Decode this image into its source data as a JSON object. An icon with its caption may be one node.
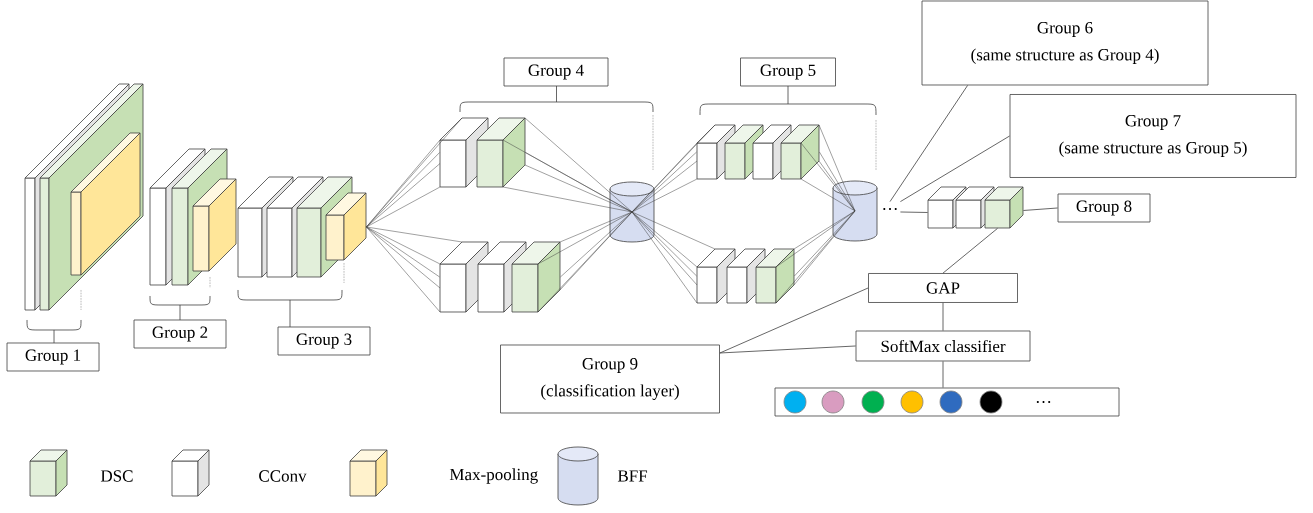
{
  "diagram": {
    "nodes": [
      {
        "text": [],
        "shape": "box"
      },
      {
        "text": [
          "Group 1"
        ]
      },
      {
        "text": [],
        "shape": "box"
      },
      {
        "text": [
          "Group 2"
        ]
      },
      {
        "text": [],
        "shape": "box"
      },
      {
        "text": [
          "Group 3"
        ]
      },
      {
        "text": [
          "Group 4"
        ]
      },
      {
        "text": [],
        "shape": "box"
      },
      {
        "text": [],
        "shape": "box"
      },
      {
        "text": [],
        "shape": "cylinder"
      },
      {
        "text": [
          "Group 5"
        ]
      },
      {
        "text": [],
        "shape": "box"
      },
      {
        "text": [],
        "shape": "box"
      },
      {
        "text": [],
        "shape": "cylinder"
      },
      {
        "text": [
          "Group 6",
          "(same structure as Group 4)"
        ]
      },
      {
        "text": [
          "…"
        ]
      },
      {
        "text": [
          "Group 7",
          "(same structure as Group 5)"
        ]
      },
      {
        "text": [],
        "shape": "box"
      },
      {
        "text": [
          "Group 8"
        ]
      },
      {
        "text": [
          "GAP"
        ]
      },
      {
        "text": [
          "Group 9",
          "(classification layer)"
        ]
      },
      {
        "text": [
          "SoftMax classifier"
        ]
      },
      {
        "text": [
          "…"
        ]
      }
    ],
    "edges": [
      {
        "from": 4,
        "to": 7,
        "arrow": "none"
      },
      {
        "from": 4,
        "to": 8,
        "arrow": "none"
      },
      {
        "from": 7,
        "to": 9,
        "arrow": "none"
      },
      {
        "from": 8,
        "to": 9,
        "arrow": "none"
      },
      {
        "from": 9,
        "to": 11,
        "arrow": "none"
      },
      {
        "from": 9,
        "to": 12,
        "arrow": "none"
      },
      {
        "from": 11,
        "to": 13,
        "arrow": "none"
      },
      {
        "from": 12,
        "to": 13,
        "arrow": "none"
      },
      {
        "from": 14,
        "to": 15,
        "arrow": "none"
      },
      {
        "from": 16,
        "to": 15,
        "arrow": "none"
      },
      {
        "from": 15,
        "to": 17,
        "arrow": "none"
      },
      {
        "from": 18,
        "to": 17,
        "arrow": "none"
      },
      {
        "from": 17,
        "to": 19,
        "arrow": "none"
      },
      {
        "from": 20,
        "to": 19,
        "arrow": "none"
      },
      {
        "from": 20,
        "to": 21,
        "arrow": "none"
      },
      {
        "from": 19,
        "to": 21,
        "arrow": "none"
      },
      {
        "from": 21,
        "to": 22,
        "arrow": "none"
      }
    ],
    "legend": [
      {
        "text": "DSC"
      },
      {
        "text": "CConv"
      },
      {
        "text": "Max-pooling"
      },
      {
        "text": "BFF"
      }
    ]
  }
}
